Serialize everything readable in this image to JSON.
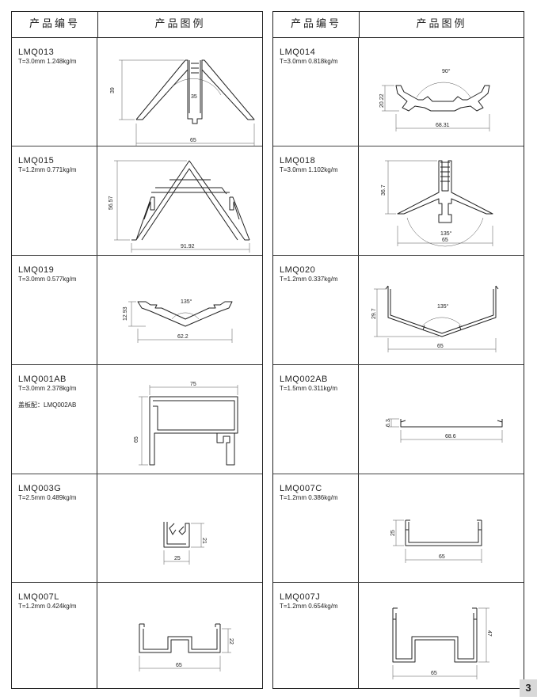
{
  "header": {
    "code_col": "产品编号",
    "figure_col": "产品图例"
  },
  "left": [
    {
      "code": "LMQ013",
      "spec": "T=3.0mm  1.248kg/m",
      "dims": {
        "width": "65",
        "height": "39",
        "angle": "35"
      }
    },
    {
      "code": "LMQ015",
      "spec": "T=1.2mm  0.771kg/m",
      "dims": {
        "width": "91.92",
        "height": "56.57"
      }
    },
    {
      "code": "LMQ019",
      "spec": "T=3.0mm  0.577kg/m",
      "dims": {
        "width": "62.2",
        "height": "12.93",
        "angle": "135°"
      }
    },
    {
      "code": "LMQ001AB",
      "spec": "T=3.0mm  2.378kg/m",
      "extra": "盖板配：LMQ002AB",
      "dims": {
        "width": "75",
        "height": "65"
      }
    },
    {
      "code": "LMQ003G",
      "spec": "T=2.5mm  0.489kg/m",
      "dims": {
        "width": "25",
        "height": "21"
      }
    },
    {
      "code": "LMQ007L",
      "spec": "T=1.2mm  0.424kg/m",
      "dims": {
        "width": "65",
        "height": "22"
      }
    }
  ],
  "right": [
    {
      "code": "LMQ014",
      "spec": "T=3.0mm  0.818kg/m",
      "dims": {
        "width": "68.31",
        "height": "20.22",
        "angle": "90°"
      }
    },
    {
      "code": "LMQ018",
      "spec": "T=3.0mm  1.102kg/m",
      "dims": {
        "width": "65",
        "height": "36.7",
        "angle": "135°"
      }
    },
    {
      "code": "LMQ020",
      "spec": "T=1.2mm  0.337kg/m",
      "dims": {
        "width": "65",
        "height": "29.7",
        "angle": "135°"
      }
    },
    {
      "code": "LMQ002AB",
      "spec": "T=1.5mm  0.311kg/m",
      "dims": {
        "width": "68.6",
        "height": "6.3"
      }
    },
    {
      "code": "LMQ007C",
      "spec": "T=1.2mm  0.386kg/m",
      "dims": {
        "width": "65",
        "height": "25"
      }
    },
    {
      "code": "LMQ007J",
      "spec": "T=1.2mm  0.654kg/m",
      "dims": {
        "width": "65",
        "height": "47"
      }
    }
  ],
  "page_number": "3"
}
